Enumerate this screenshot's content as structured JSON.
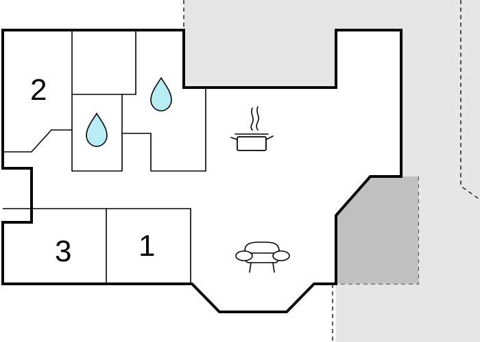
{
  "floorplan": {
    "rooms": [
      {
        "id": "bedroom-2",
        "label": "2"
      },
      {
        "id": "bedroom-3",
        "label": "3"
      },
      {
        "id": "bedroom-1",
        "label": "1"
      }
    ],
    "icons": [
      "water-drop-icon",
      "water-drop-icon",
      "cooking-pot-icon",
      "sofa-icon"
    ],
    "colors": {
      "wall": "#000000",
      "terrace": "#e6e6e6",
      "covered_terrace": "#c0c0c0",
      "water_drop": "#b8ecf4"
    }
  }
}
